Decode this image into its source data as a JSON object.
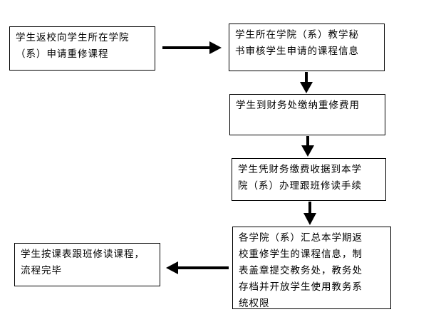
{
  "steps": [
    {
      "text": "学生返校向学生所在学院\n（系）申请重修课程"
    },
    {
      "text": "学生所在学院（系）教学秘\n书审核学生申请的课程信息"
    },
    {
      "text": "学生到财务处缴纳重修费用"
    },
    {
      "text": "学生凭财务缴费收据到本学\n院（系）办理跟班修读手续"
    },
    {
      "text": "各学院（系）汇总本学期返\n校重修学生的课程信息，制\n表盖章提交教务处，教务处\n存档并开放学生使用教务系\n统权限"
    },
    {
      "text": "学生按课表跟班修读课程，\n流程完毕"
    }
  ],
  "colors": {
    "border": "#000000",
    "arrow": "#000000",
    "text": "#000000",
    "background": "#ffffff"
  }
}
